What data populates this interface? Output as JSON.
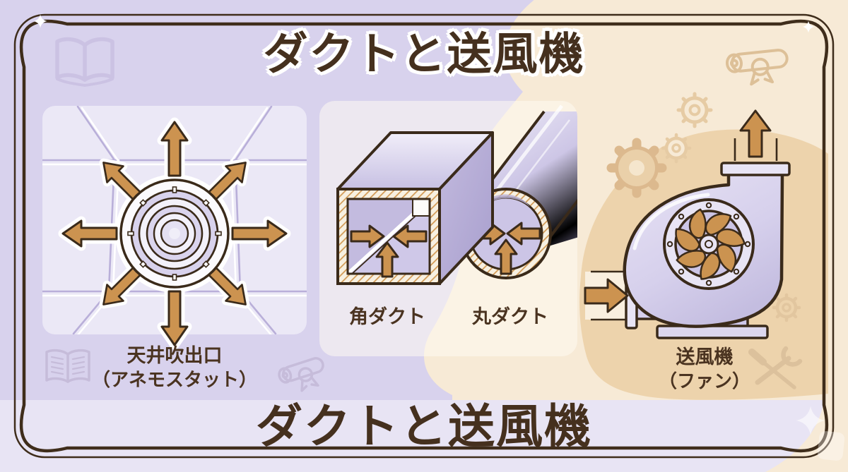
{
  "title": {
    "top": "ダクトと送風機",
    "bottom": "ダクトと送風機"
  },
  "panels": {
    "ceiling": {
      "label": "天井吹出口",
      "sublabel": "（アネモスタット）"
    },
    "duct": {
      "square_label": "角ダクト",
      "round_label": "丸ダクト"
    },
    "fan": {
      "label": "送風機",
      "sublabel": "（ファン）"
    }
  },
  "decorations": {
    "icons": [
      "open-book-icon",
      "lined-book-icon",
      "diploma-scroll-icon",
      "gear-icon",
      "tools-icon",
      "sparkle-icon"
    ]
  },
  "colors": {
    "lavender_bg": "#d8d2ed",
    "lavender_band": "#e8e4f4",
    "cream_bg": "#f7ead6",
    "beige_blob": "#edd3ac",
    "panel_ceiling": "#ebe8f6",
    "arrow_tan": "#cc9350",
    "outline_brown": "#3a2a1a",
    "title_brown": "#45301e",
    "metal_lavender": "#d6d0ec"
  }
}
